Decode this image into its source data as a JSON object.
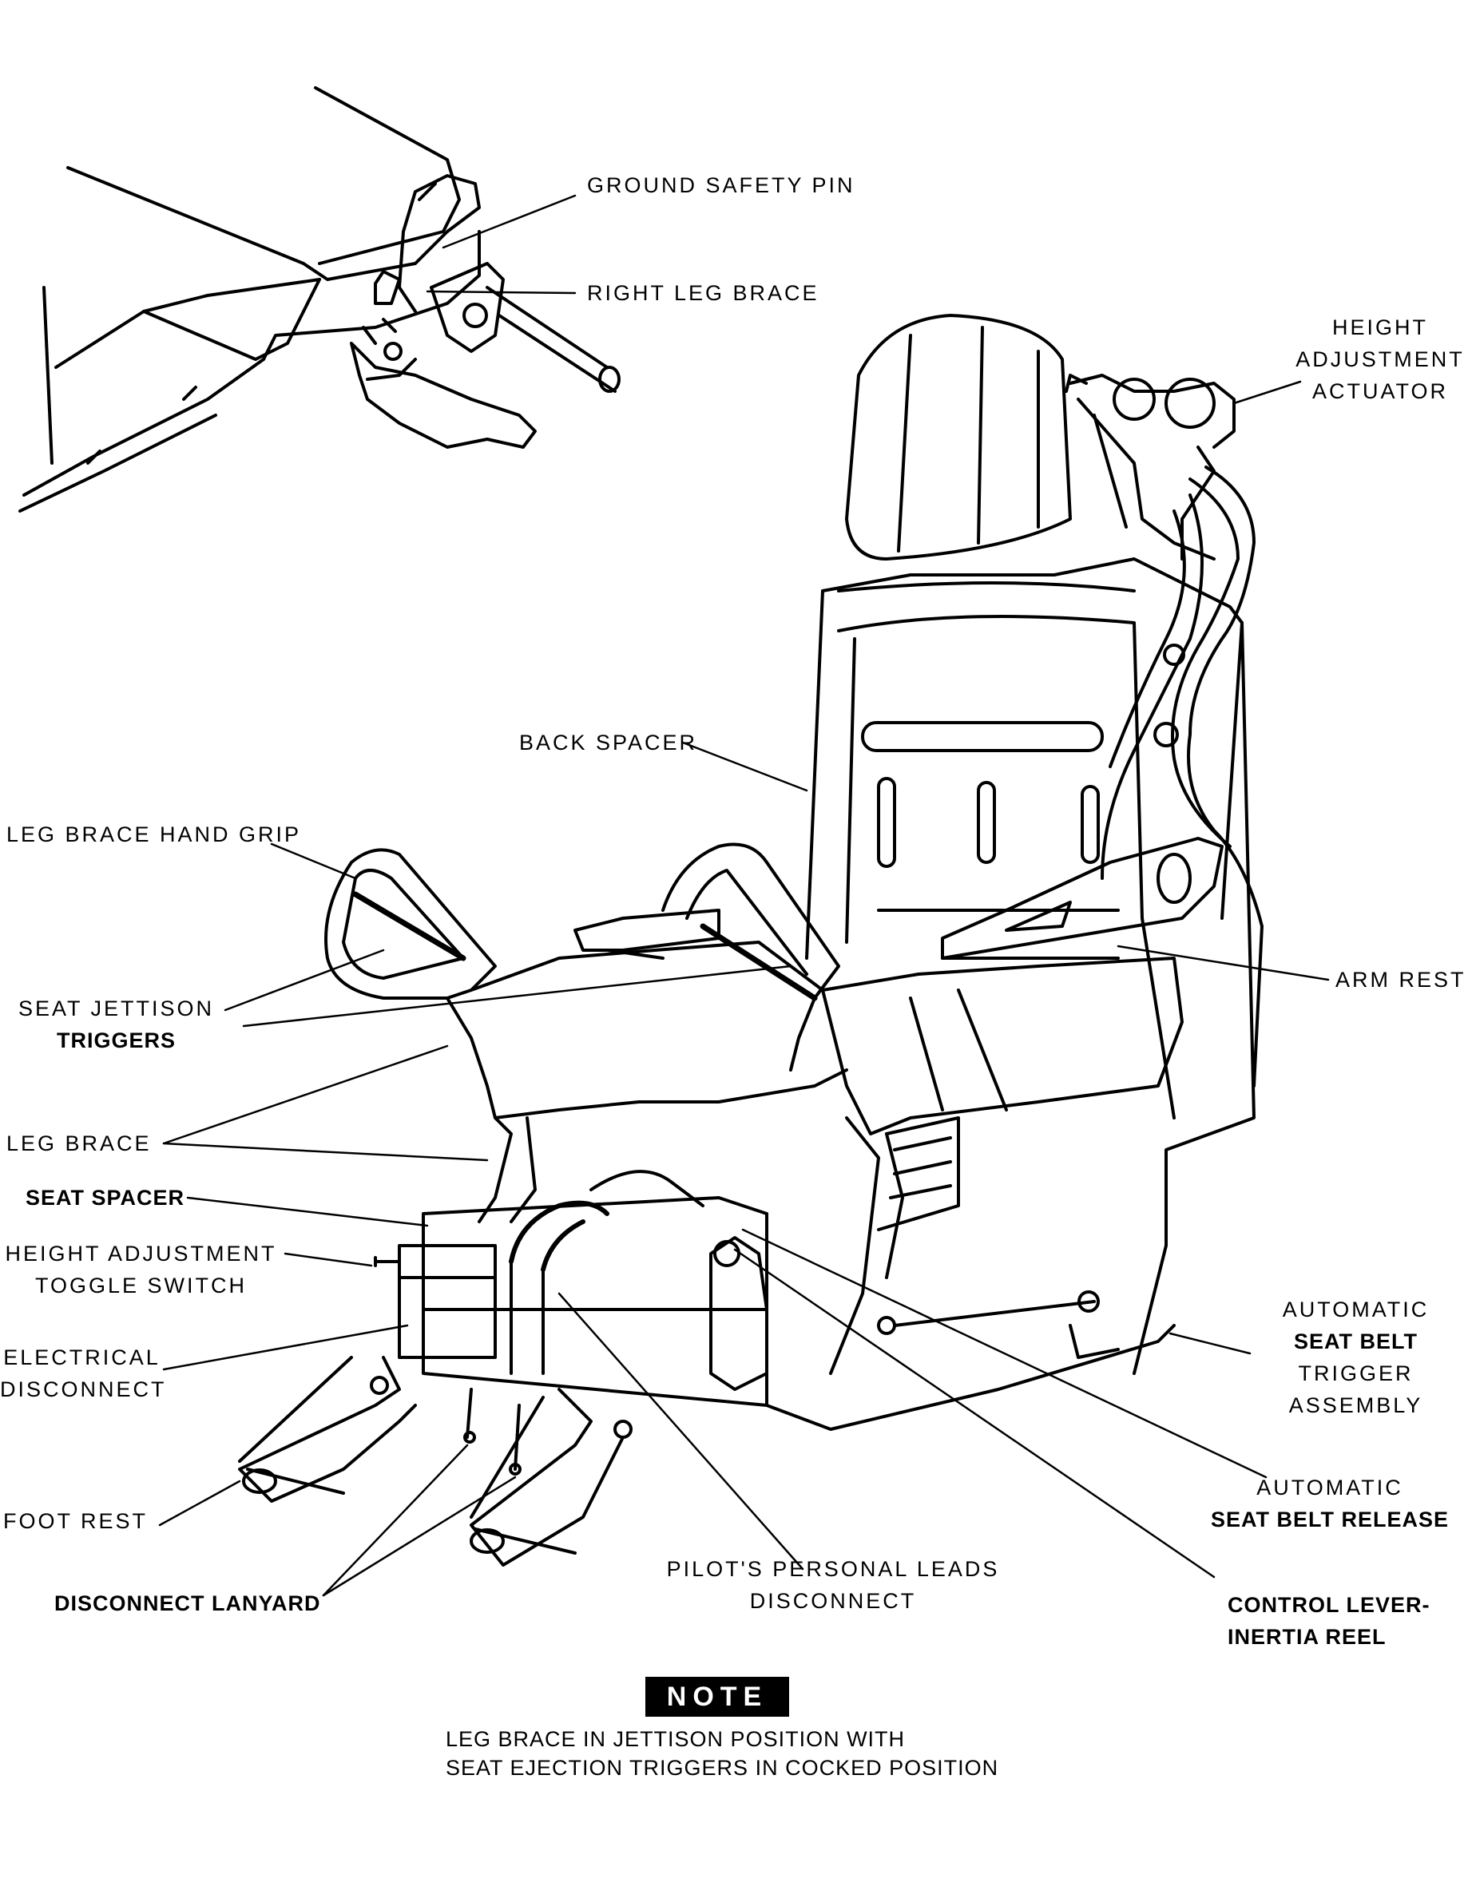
{
  "labels": {
    "ground_safety_pin": "GROUND SAFETY PIN",
    "right_leg_brace": "RIGHT LEG BRACE",
    "height_adjustment_actuator": [
      "HEIGHT",
      "ADJUSTMENT",
      "ACTUATOR"
    ],
    "back_spacer": "BACK SPACER",
    "leg_brace_hand_grip": "LEG BRACE HAND GRIP",
    "seat_jettison_triggers": [
      "SEAT JETTISON",
      "TRIGGERS"
    ],
    "arm_rest": "ARM REST",
    "leg_brace": "LEG BRACE",
    "seat_spacer": "SEAT SPACER",
    "height_adjustment_toggle_switch": [
      "HEIGHT ADJUSTMENT",
      "TOGGLE SWITCH"
    ],
    "electrical_disconnect": [
      "ELECTRICAL",
      "DISCONNECT"
    ],
    "automatic_seat_belt_trigger_assembly": [
      "AUTOMATIC",
      "SEAT BELT",
      "TRIGGER",
      "ASSEMBLY"
    ],
    "automatic_seat_belt_release": [
      "AUTOMATIC",
      "SEAT BELT RELEASE"
    ],
    "foot_rest": "FOOT REST",
    "pilots_personal_leads_disconnect": [
      "PILOT'S PERSONAL LEADS",
      "DISCONNECT"
    ],
    "disconnect_lanyard": "DISCONNECT LANYARD",
    "control_lever_inertia_reel": [
      "CONTROL LEVER-",
      "INERTIA REEL"
    ]
  },
  "note": {
    "badge": "NOTE",
    "text": [
      "LEG BRACE IN JETTISON POSITION WITH",
      "SEAT EJECTION TRIGGERS IN COCKED POSITION"
    ]
  },
  "colors": {
    "ink": "#000000",
    "paper": "#ffffff"
  }
}
